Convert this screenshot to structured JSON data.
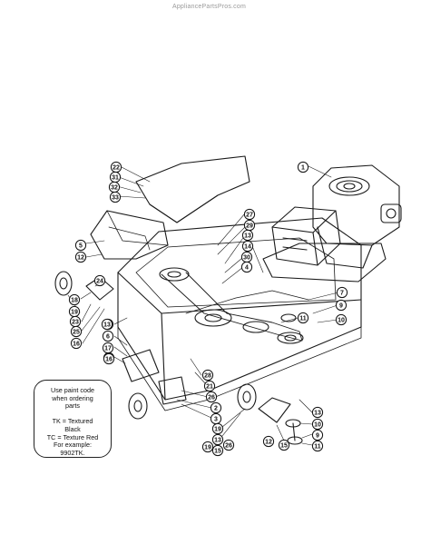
{
  "watermark": "AppliancePartsPros.com",
  "note": {
    "lines": [
      "Use paint code",
      "when ordering",
      "parts",
      "",
      "TK = Textured",
      "Black",
      "TC = Texture Red",
      "For example:",
      "9902TK."
    ]
  },
  "callouts": [
    "1",
    "22",
    "31",
    "32",
    "33",
    "27",
    "29",
    "13",
    "14",
    "30",
    "4",
    "5",
    "12",
    "24",
    "18",
    "19",
    "23",
    "25",
    "16",
    "20",
    "6",
    "17",
    "8",
    "28",
    "21",
    "26",
    "2",
    "3",
    "7",
    "9",
    "10",
    "11",
    "15"
  ]
}
